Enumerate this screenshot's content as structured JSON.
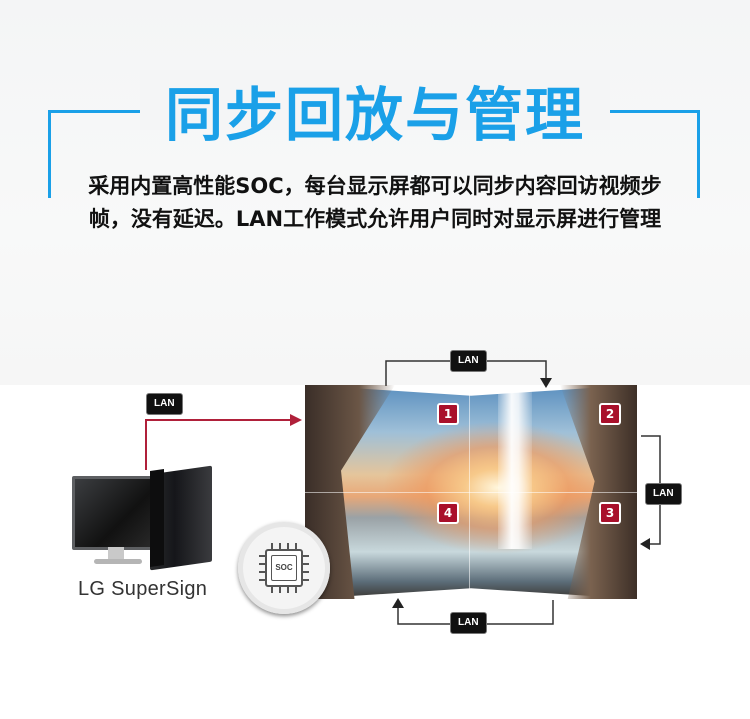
{
  "header": {
    "title": "同步回放与管理",
    "description_line1": "采用内置高性能SOC，每台显示屏都可以同步内容回访视频步",
    "description_line2": "帧，没有延迟。LAN工作模式允许用户同时对显示屏进行管理"
  },
  "diagram": {
    "brand_label": "LG SuperSign",
    "soc_label": "SOC",
    "lan_label": "LAN",
    "screens": [
      "1",
      "2",
      "3",
      "4"
    ]
  },
  "colors": {
    "title_blue": "#1aa0e8",
    "connector_red": "#b0203a",
    "badge_red": "#a9102b"
  }
}
